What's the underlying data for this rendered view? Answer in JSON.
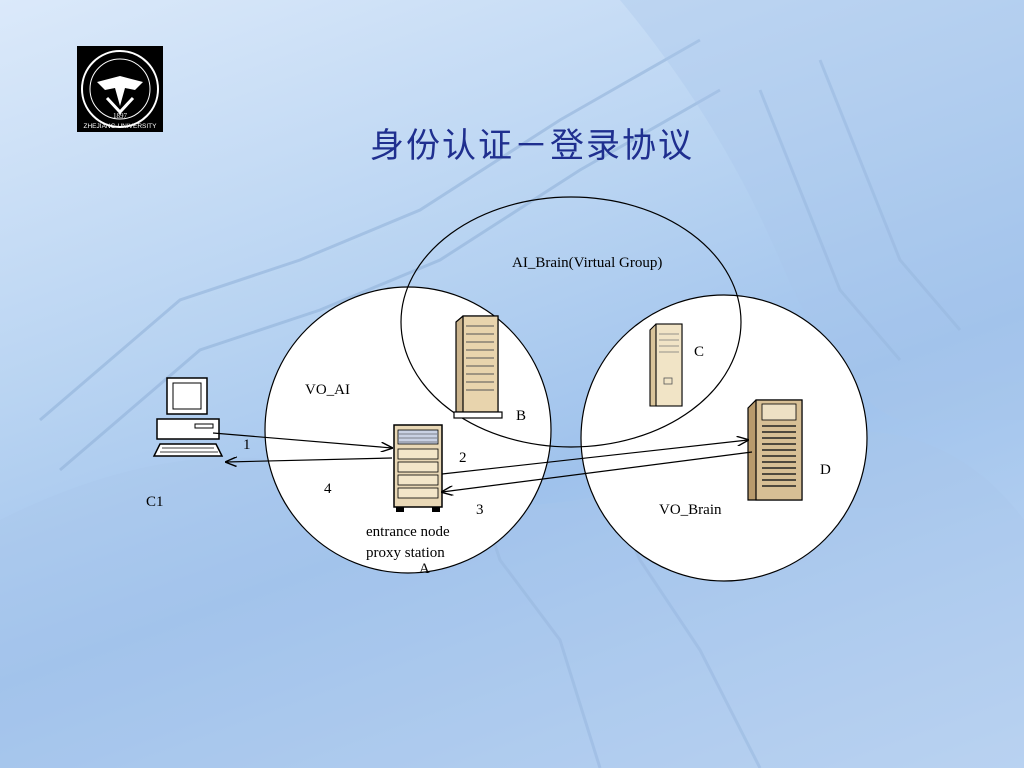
{
  "slide": {
    "title": "身份认证－登录协议",
    "logo": {
      "icon": "zhejiang-university-logo-icon",
      "year": "1897",
      "text": "ZHEJIANG UNIVERSITY"
    }
  },
  "diagram": {
    "groups": {
      "vo_ai": "VO_AI",
      "ai_brain": "AI_Brain(Virtual Group)",
      "vo_brain": "VO_Brain"
    },
    "nodes": {
      "client": "C1",
      "node_a_line1": "entrance node",
      "node_a_line2": "proxy station",
      "node_a": "A",
      "node_b": "B",
      "node_c": "C",
      "node_d": "D"
    },
    "steps": [
      "1",
      "2",
      "3",
      "4"
    ]
  }
}
